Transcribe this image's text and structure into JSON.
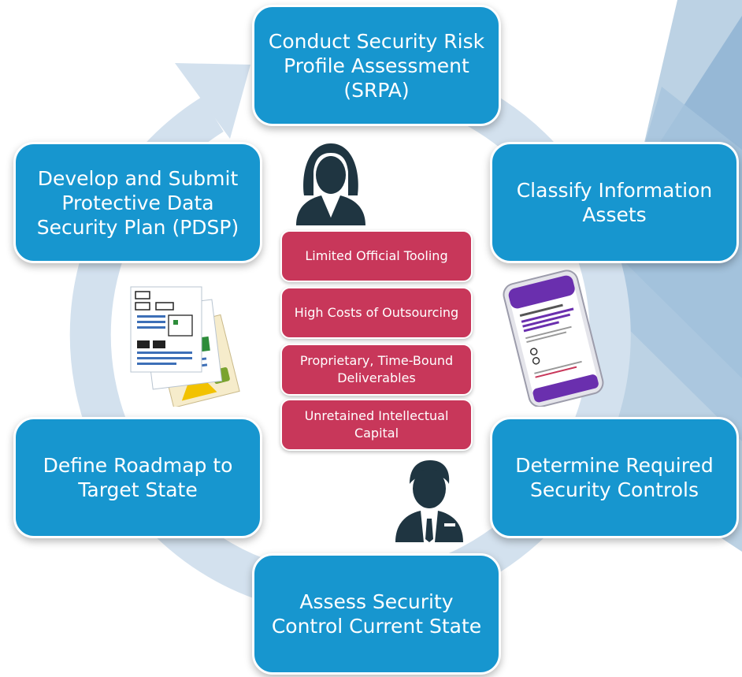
{
  "cycle": {
    "steps": [
      {
        "id": "srpa",
        "label": "Conduct Security Risk Profile Assessment (SRPA)"
      },
      {
        "id": "classify",
        "label": "Classify Information Assets"
      },
      {
        "id": "controls",
        "label": "Determine Required Security Controls"
      },
      {
        "id": "assess",
        "label": "Assess Security Control Current State"
      },
      {
        "id": "roadmap",
        "label": "Define Roadmap to Target State"
      },
      {
        "id": "pdsp",
        "label": "Develop and Submit Protective Data Security Plan (PDSP)"
      }
    ]
  },
  "challenges": [
    {
      "label": "Limited Official Tooling"
    },
    {
      "label": "High Costs of Outsourcing"
    },
    {
      "label": "Proprietary, Time-Bound Deliverables"
    },
    {
      "label": "Unretained Intellectual Capital"
    }
  ],
  "icons": {
    "female_user": "female-user-icon",
    "male_user": "male-user-icon",
    "documents": "document-stack-icon",
    "phone": "mobile-app-icon"
  },
  "colors": {
    "step_fill": "#1796cf",
    "challenge_fill": "#c8375a",
    "ring": "#d3e1ee",
    "decor_dark": "#87aecf",
    "decor_light": "#b6cfe3",
    "icon_dark": "#1f3541",
    "phone_accent": "#6a2fae"
  }
}
